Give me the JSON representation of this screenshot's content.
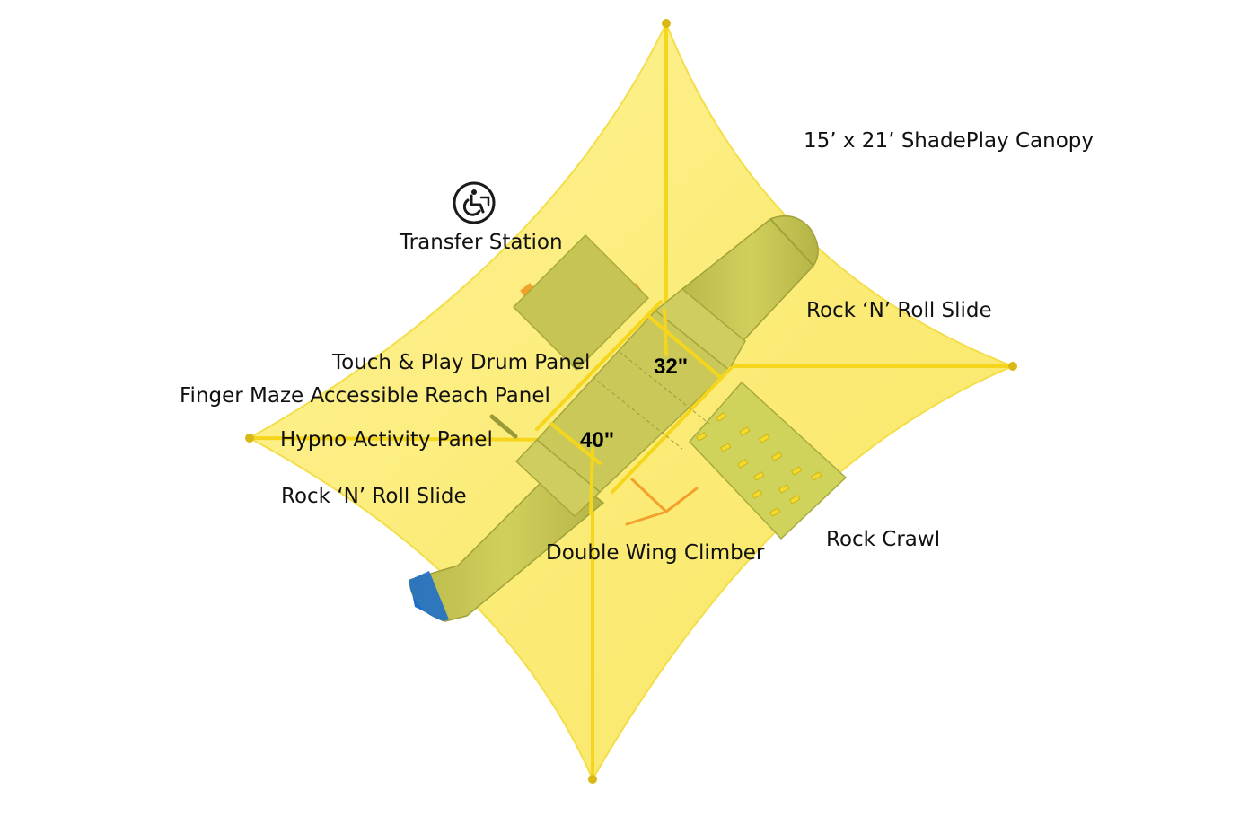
{
  "labels": {
    "canopy": "15’ x 21’ ShadePlay Canopy",
    "transfer_station": "Transfer Station",
    "slide_right": "Rock ‘N’ Roll Slide",
    "drum_panel": "Touch & Play Drum Panel",
    "finger_maze": "Finger Maze Accessible Reach Panel",
    "hypno_panel": "Hypno Activity Panel",
    "slide_left": "Rock ‘N’ Roll Slide",
    "wing_climber": "Double Wing Climber",
    "rock_crawl": "Rock Crawl"
  },
  "dimensions": {
    "upper_deck": "32\"",
    "lower_deck": "40\""
  },
  "icons": {
    "accessibility": "wheelchair-transfer-icon"
  },
  "colors": {
    "canopy": "#fbed7e",
    "frame": "#f6d61c",
    "structure": "#c8c657",
    "accent_blue": "#1f6fc9",
    "orange": "#f2a12a"
  }
}
